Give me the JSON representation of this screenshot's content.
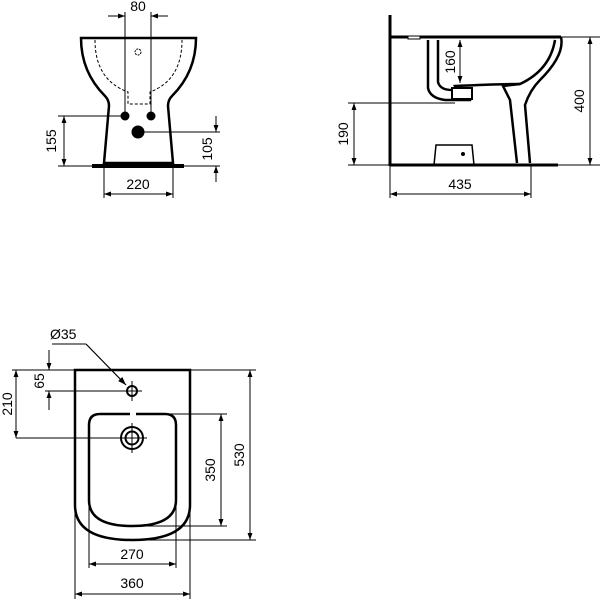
{
  "drawing": {
    "subject": "Floor-standing bidet technical drawing",
    "line_color": "#000000",
    "background": "#ffffff",
    "units": "mm"
  },
  "front_view": {
    "dims": {
      "tap_spacing": "80",
      "inlet_height": "155",
      "outlet_height": "105",
      "base_width": "220"
    }
  },
  "side_view": {
    "dims": {
      "bowl_depth": "160",
      "total_height": "400",
      "inlet_height": "190",
      "projection": "435"
    }
  },
  "top_view": {
    "dims": {
      "tap_hole_diameter": "Ø35",
      "tap_hole_offset": "65",
      "drain_offset": "210",
      "bowl_length": "350",
      "total_length": "530",
      "bowl_width": "270",
      "total_width": "360"
    }
  }
}
